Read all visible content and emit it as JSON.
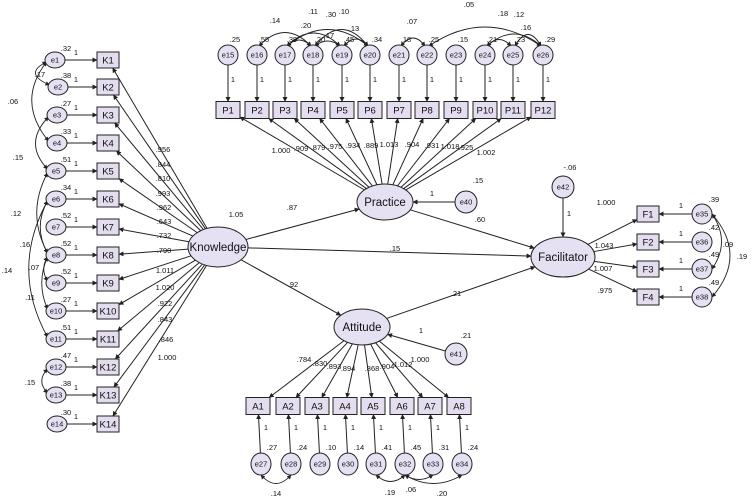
{
  "latent": {
    "knowledge": {
      "label": "Knowledge",
      "variance": "1.05"
    },
    "practice": {
      "label": "Practice"
    },
    "attitude": {
      "label": "Attitude"
    },
    "facilitator": {
      "label": "Facilitator"
    }
  },
  "structural": [
    {
      "from": "Knowledge",
      "to": "Practice",
      "value": ".87"
    },
    {
      "from": "Knowledge",
      "to": "Facilitator",
      "value": ".15"
    },
    {
      "from": "Knowledge",
      "to": "Attitude",
      "value": ".92"
    },
    {
      "from": "Practice",
      "to": "Facilitator",
      "value": ".60"
    },
    {
      "from": "Attitude",
      "to": "Facilitator",
      "value": ".21"
    }
  ],
  "disturbances": [
    {
      "name": "e40",
      "variance": ".15",
      "weight": "1"
    },
    {
      "name": "e41",
      "variance": ".21",
      "weight": "1"
    },
    {
      "name": "e42",
      "variance": "-.06",
      "weight": "1"
    }
  ],
  "knowledge_items": [
    {
      "name": "K1",
      "error": "e1",
      "var": ".32",
      "loading": ".956"
    },
    {
      "name": "K2",
      "error": "e2",
      "var": ".38",
      "loading": ".844"
    },
    {
      "name": "K3",
      "error": "e3",
      "var": ".27",
      "loading": ".810"
    },
    {
      "name": "K4",
      "error": "e4",
      "var": ".33",
      "loading": ".993"
    },
    {
      "name": "K5",
      "error": "e5",
      "var": ".51",
      "loading": ".962"
    },
    {
      "name": "K6",
      "error": "e6",
      "var": ".34",
      "loading": ".643"
    },
    {
      "name": "K7",
      "error": "e7",
      "var": ".52",
      "loading": ".732"
    },
    {
      "name": "K8",
      "error": "e8",
      "var": ".52",
      "loading": ".790"
    },
    {
      "name": "K9",
      "error": "e9",
      "var": ".52",
      "loading": "1.011"
    },
    {
      "name": "K10",
      "error": "e10",
      "var": ".27",
      "loading": "1.020"
    },
    {
      "name": "K11",
      "error": "e11",
      "var": ".51",
      "loading": ".922"
    },
    {
      "name": "K12",
      "error": "e12",
      "var": ".47",
      "loading": ".843"
    },
    {
      "name": "K13",
      "error": "e13",
      "var": ".38",
      "loading": ".846"
    },
    {
      "name": "K14",
      "error": "e14",
      "var": ".30",
      "loading": "1.000"
    }
  ],
  "knowledge_covs": [
    {
      "a": "e1",
      "b": "e2",
      "value": ".17"
    },
    {
      "a": "e1",
      "b": "e4",
      "value": ".06"
    },
    {
      "a": "e3",
      "b": "e5",
      "value": ".15"
    },
    {
      "a": "e5",
      "b": "e8",
      "value": ".12"
    },
    {
      "a": "e6",
      "b": "e8",
      "value": ".16"
    },
    {
      "a": "e8",
      "b": "e9",
      "value": ".07"
    },
    {
      "a": "e8",
      "b": "e10",
      "value": ".11"
    },
    {
      "a": "e6",
      "b": "e11",
      "value": ".14"
    },
    {
      "a": "e12",
      "b": "e13",
      "value": ".15"
    }
  ],
  "practice_items": [
    {
      "name": "P1",
      "error": "e15",
      "var": ".25",
      "loading": "1.000"
    },
    {
      "name": "P2",
      "error": "e16",
      "var": ".55",
      "loading": ".909"
    },
    {
      "name": "P3",
      "error": "e17",
      "var": ".39",
      "loading": ".879"
    },
    {
      "name": "P4",
      "error": "e18",
      "var": ".20",
      "loading": ".975"
    },
    {
      "name": "P5",
      "error": "e19",
      "var": ".45",
      "loading": ".934"
    },
    {
      "name": "P6",
      "error": "e20",
      "var": ".34",
      "loading": ".889"
    },
    {
      "name": "P7",
      "error": "e21",
      "var": ".18",
      "loading": "1.013"
    },
    {
      "name": "P8",
      "error": "e22",
      "var": ".25",
      "loading": ".904"
    },
    {
      "name": "P9",
      "error": "e23",
      "var": ".15",
      "loading": ".931"
    },
    {
      "name": "P10",
      "error": "e24",
      "var": ".21",
      "loading": "1.018"
    },
    {
      "name": "P11",
      "error": "e25",
      "var": ".23",
      "loading": ".925"
    },
    {
      "name": "P12",
      "error": "e26",
      "var": ".29",
      "loading": "1.002"
    }
  ],
  "practice_covs": [
    {
      "a": "e16",
      "b": "e18",
      "value": ".14"
    },
    {
      "a": "e17",
      "b": "e20",
      "value": ".11"
    },
    {
      "a": "e17",
      "b": "e19",
      "value": ".30"
    },
    {
      "a": "e18",
      "b": "e20",
      "value": ".10"
    },
    {
      "a": "e17",
      "b": "e18",
      "value": ".20"
    },
    {
      "a": "e18",
      "b": "e19",
      "value": ".17"
    },
    {
      "a": "e19",
      "b": "e20",
      "value": ".13"
    },
    {
      "a": "e21",
      "b": "e22",
      "value": ".07"
    },
    {
      "a": "e22",
      "b": "e26",
      "value": ".05"
    },
    {
      "a": "e24",
      "b": "e26",
      "value": ".18"
    },
    {
      "a": "e25",
      "b": "e26",
      "value": ".12"
    },
    {
      "a": "e24",
      "b": "e25",
      "value": ".16"
    }
  ],
  "attitude_items": [
    {
      "name": "A1",
      "error": "e27",
      "var": ".27",
      "loading": ".784"
    },
    {
      "name": "A2",
      "error": "e28",
      "var": ".24",
      "loading": ".830"
    },
    {
      "name": "A3",
      "error": "e29",
      "var": ".10",
      "loading": ".893"
    },
    {
      "name": "A4",
      "error": "e30",
      "var": ".14",
      "loading": ".894"
    },
    {
      "name": "A5",
      "error": "e31",
      "var": ".41",
      "loading": ".868"
    },
    {
      "name": "A6",
      "error": "e32",
      "var": ".45",
      "loading": ".904"
    },
    {
      "name": "A7",
      "error": "e33",
      "var": ".31",
      "loading": "1.012"
    },
    {
      "name": "A8",
      "error": "e34",
      "var": ".24",
      "loading": "1.000"
    }
  ],
  "attitude_covs": [
    {
      "a": "e27",
      "b": "e28",
      "value": ".14"
    },
    {
      "a": "e31",
      "b": "e32",
      "value": ".19"
    },
    {
      "a": "e32",
      "b": "e33",
      "value": ".06"
    },
    {
      "a": "e32",
      "b": "e34",
      "value": ".20"
    }
  ],
  "facilitator_items": [
    {
      "name": "F1",
      "error": "e35",
      "var": ".39",
      "loading": "1.000"
    },
    {
      "name": "F2",
      "error": "e36",
      "var": ".42",
      "loading": "1.043"
    },
    {
      "name": "F3",
      "error": "e37",
      "var": ".49",
      "loading": "1.007"
    },
    {
      "name": "F4",
      "error": "e38",
      "var": ".49",
      "loading": ".975"
    }
  ],
  "facilitator_covs": [
    {
      "a": "e35",
      "b": "e37",
      "value": ".09"
    },
    {
      "a": "e35",
      "b": "e38",
      "value": ".19"
    }
  ],
  "error_path_weight": "1",
  "colors": {
    "box_fill": "#e4ddef",
    "ellipse_fill": "#e6e0f3",
    "stroke": "#222222"
  }
}
